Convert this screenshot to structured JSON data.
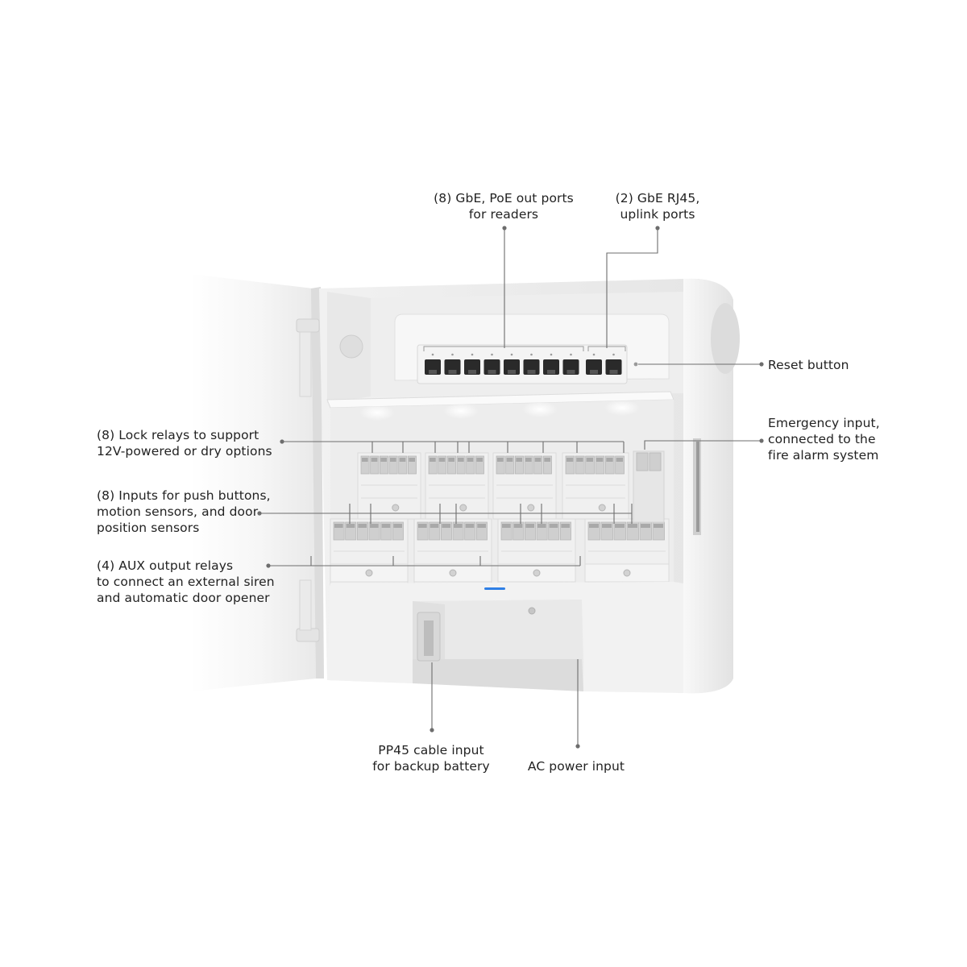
{
  "image": {
    "subject": "access-control-hub-enclosure",
    "colors": {
      "enclosure": "#f3f3f3",
      "interior": "#ececec",
      "leader": "#6d6d6d",
      "status_led": "#2f7fe6",
      "text": "#222222"
    }
  },
  "callouts": {
    "poe_ports": "(8) GbE, PoE out ports\nfor readers",
    "uplink_ports": "(2) GbE RJ45,\nuplink ports",
    "reset_button": "Reset button",
    "emergency_input": "Emergency input,\nconnected to the\nfire alarm system",
    "lock_relays": "(8) Lock relays to support\n12V-powered or dry options",
    "inputs": "(8) Inputs for push buttons,\nmotion sensors, and door\nposition sensors",
    "aux_relays": "(4) AUX output relays\nto connect an external siren\nand automatic door opener",
    "battery_input": "PP45 cable input\nfor backup battery",
    "ac_input": "AC power input"
  }
}
